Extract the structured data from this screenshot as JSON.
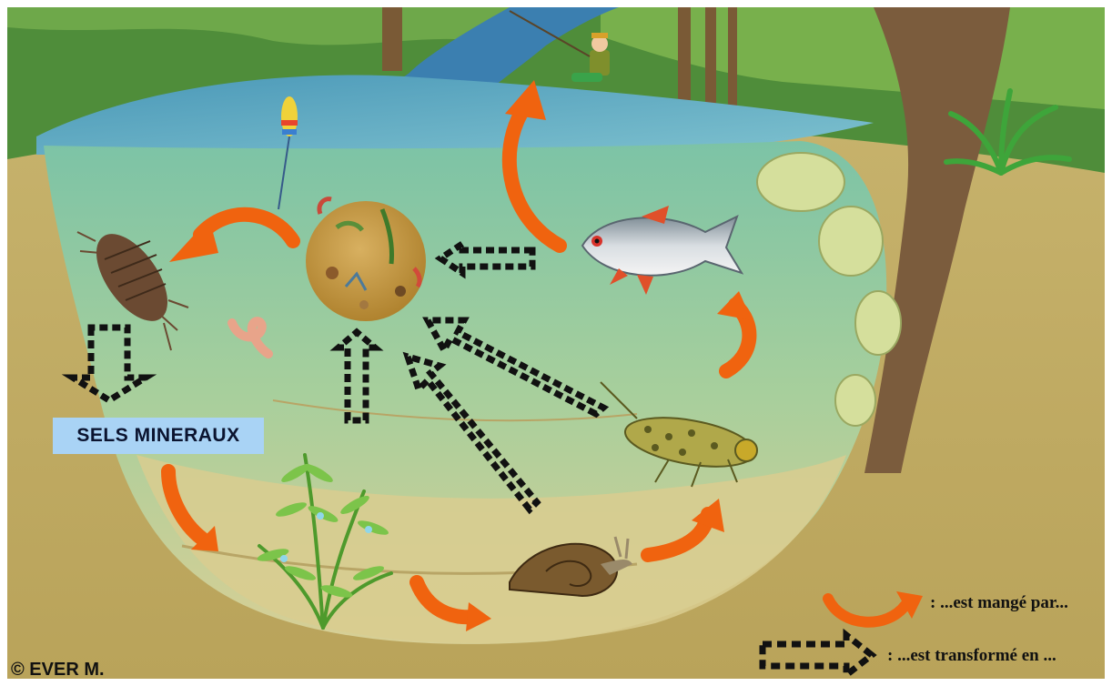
{
  "labels": {
    "mineral_salts": "SELS MINERAUX",
    "legend_eaten": ": ...est mangé par...",
    "legend_transformed": ": ...est transformé en ...",
    "copyright": "© EVER M."
  },
  "colors": {
    "eaten_arrow": "#f0630f",
    "transform_arrow": "#111111",
    "label_bg": "#a9d3f5",
    "soil": "#c8b46e",
    "water": "#8ec7a4"
  },
  "organisms": [
    "water-louse",
    "detritus-ball",
    "fish",
    "worm",
    "insect-larva",
    "snail",
    "aquatic-plant",
    "fisherman",
    "float"
  ]
}
